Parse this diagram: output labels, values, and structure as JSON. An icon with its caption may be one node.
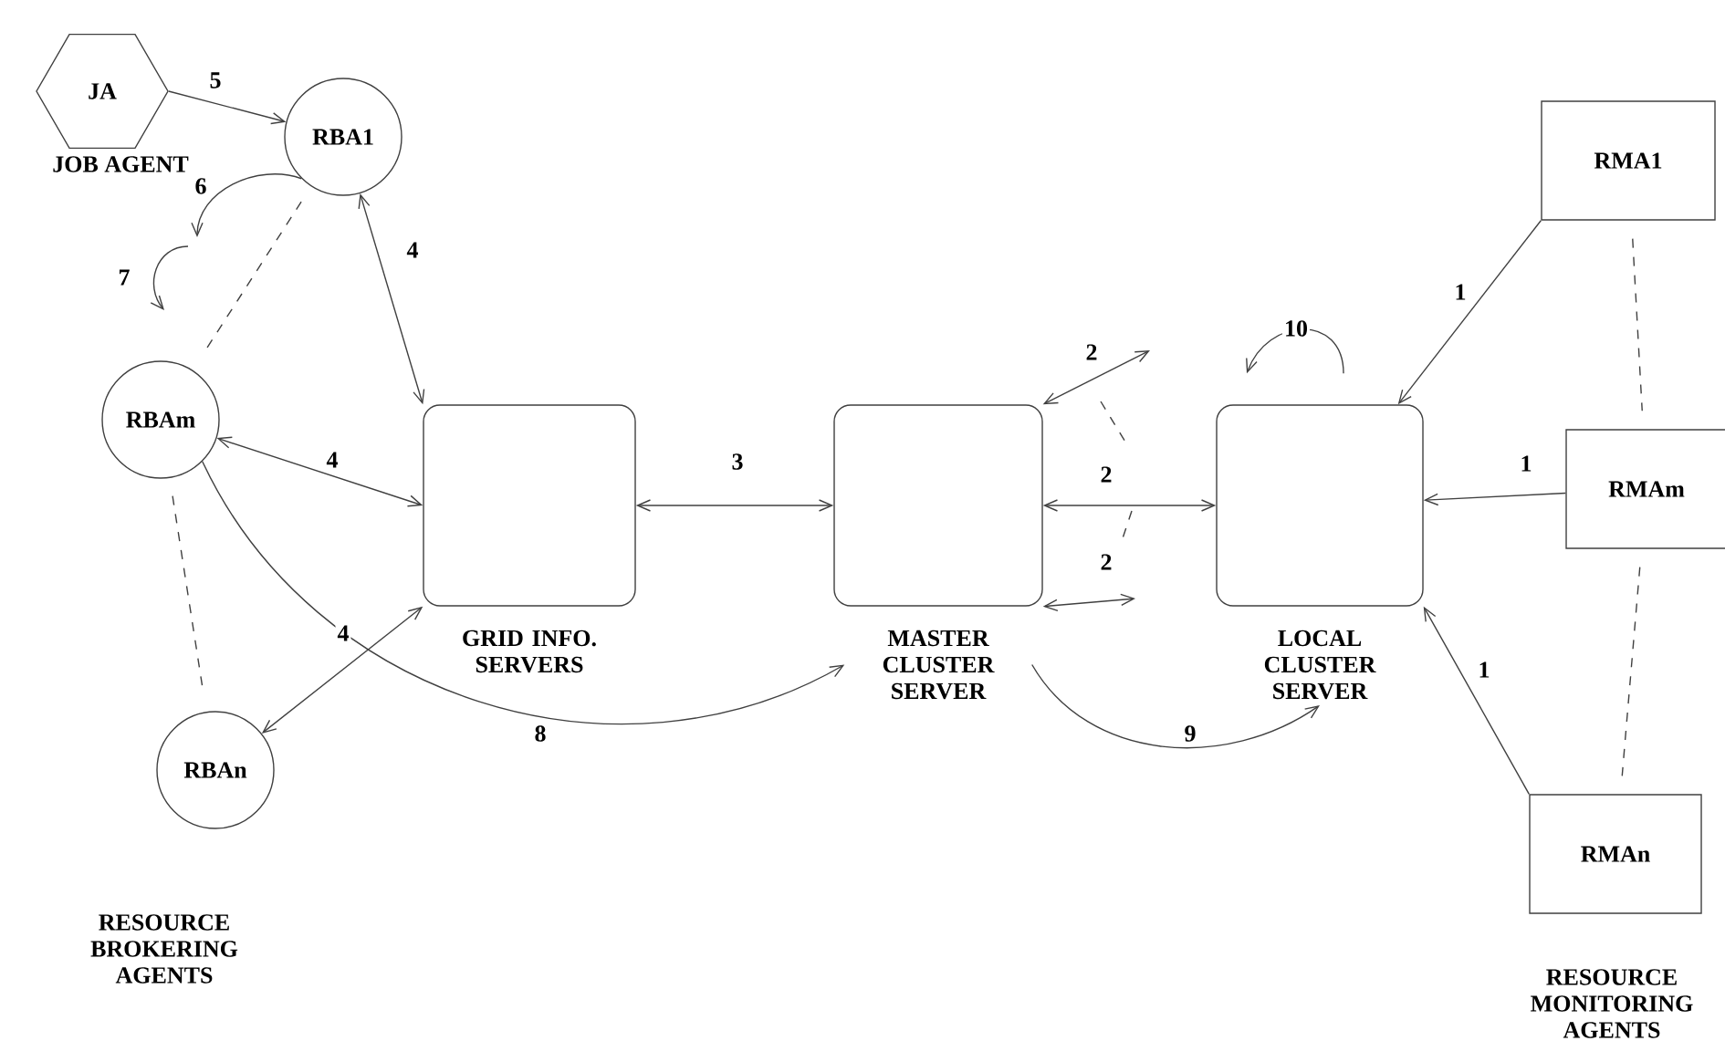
{
  "diagram": {
    "nodes": [
      {
        "text": [
          "JA",
          "JOB AGENT"
        ]
      },
      {
        "text": [
          "RBA1"
        ]
      },
      {
        "text": [
          "RBAm"
        ]
      },
      {
        "text": [
          "RBAn"
        ]
      },
      {
        "text": [
          "GRID INFO. SERVERS"
        ]
      },
      {
        "text": [
          "MASTER CLUSTER SERVER"
        ]
      },
      {
        "text": [
          "LOCAL CLUSTER SERVER"
        ]
      },
      {
        "text": [
          "RMA1"
        ]
      },
      {
        "text": [
          "RMAm"
        ]
      },
      {
        "text": [
          "RMAn"
        ]
      }
    ],
    "edges": [
      {
        "from": 0,
        "to": 1,
        "arrow": "to",
        "label": "5"
      },
      {
        "from": 1,
        "to": null,
        "arrow": "to",
        "label": "6"
      },
      {
        "from": 1,
        "to": 4,
        "arrow": "both",
        "label": "4"
      },
      {
        "from": 2,
        "to": 4,
        "arrow": "both",
        "label": "4"
      },
      {
        "from": 3,
        "to": 4,
        "arrow": "both",
        "label": "4"
      },
      {
        "from": 2,
        "to": 5,
        "arrow": "to",
        "label": "8"
      },
      {
        "from": 4,
        "to": 5,
        "arrow": "both",
        "label": "3"
      },
      {
        "from": 5,
        "to": null,
        "arrow": "both",
        "label": "2"
      },
      {
        "from": 5,
        "to": 6,
        "arrow": "both",
        "label": "2"
      },
      {
        "from": 5,
        "to": null,
        "arrow": "both",
        "label": "2"
      },
      {
        "from": 5,
        "to": 6,
        "arrow": "to",
        "label": "9"
      },
      {
        "from": 6,
        "to": 6,
        "arrow": "to",
        "label": "10"
      },
      {
        "from": 7,
        "to": 6,
        "arrow": "to",
        "label": "1"
      },
      {
        "from": 8,
        "to": 6,
        "arrow": "to",
        "label": "1"
      },
      {
        "from": 9,
        "to": 6,
        "arrow": "to",
        "label": "1"
      },
      {
        "from": 1,
        "to": 2,
        "arrow": "none",
        "style": "dashed"
      },
      {
        "from": 2,
        "to": 3,
        "arrow": "none",
        "style": "dashed"
      },
      {
        "from": 7,
        "to": 8,
        "arrow": "none",
        "style": "dashed"
      },
      {
        "from": 8,
        "to": 9,
        "arrow": "none",
        "style": "dashed"
      }
    ],
    "labels": [
      "7",
      "RESOURCE BROKERING AGENTS",
      "RESOURCE MONITORING AGENTS"
    ]
  }
}
